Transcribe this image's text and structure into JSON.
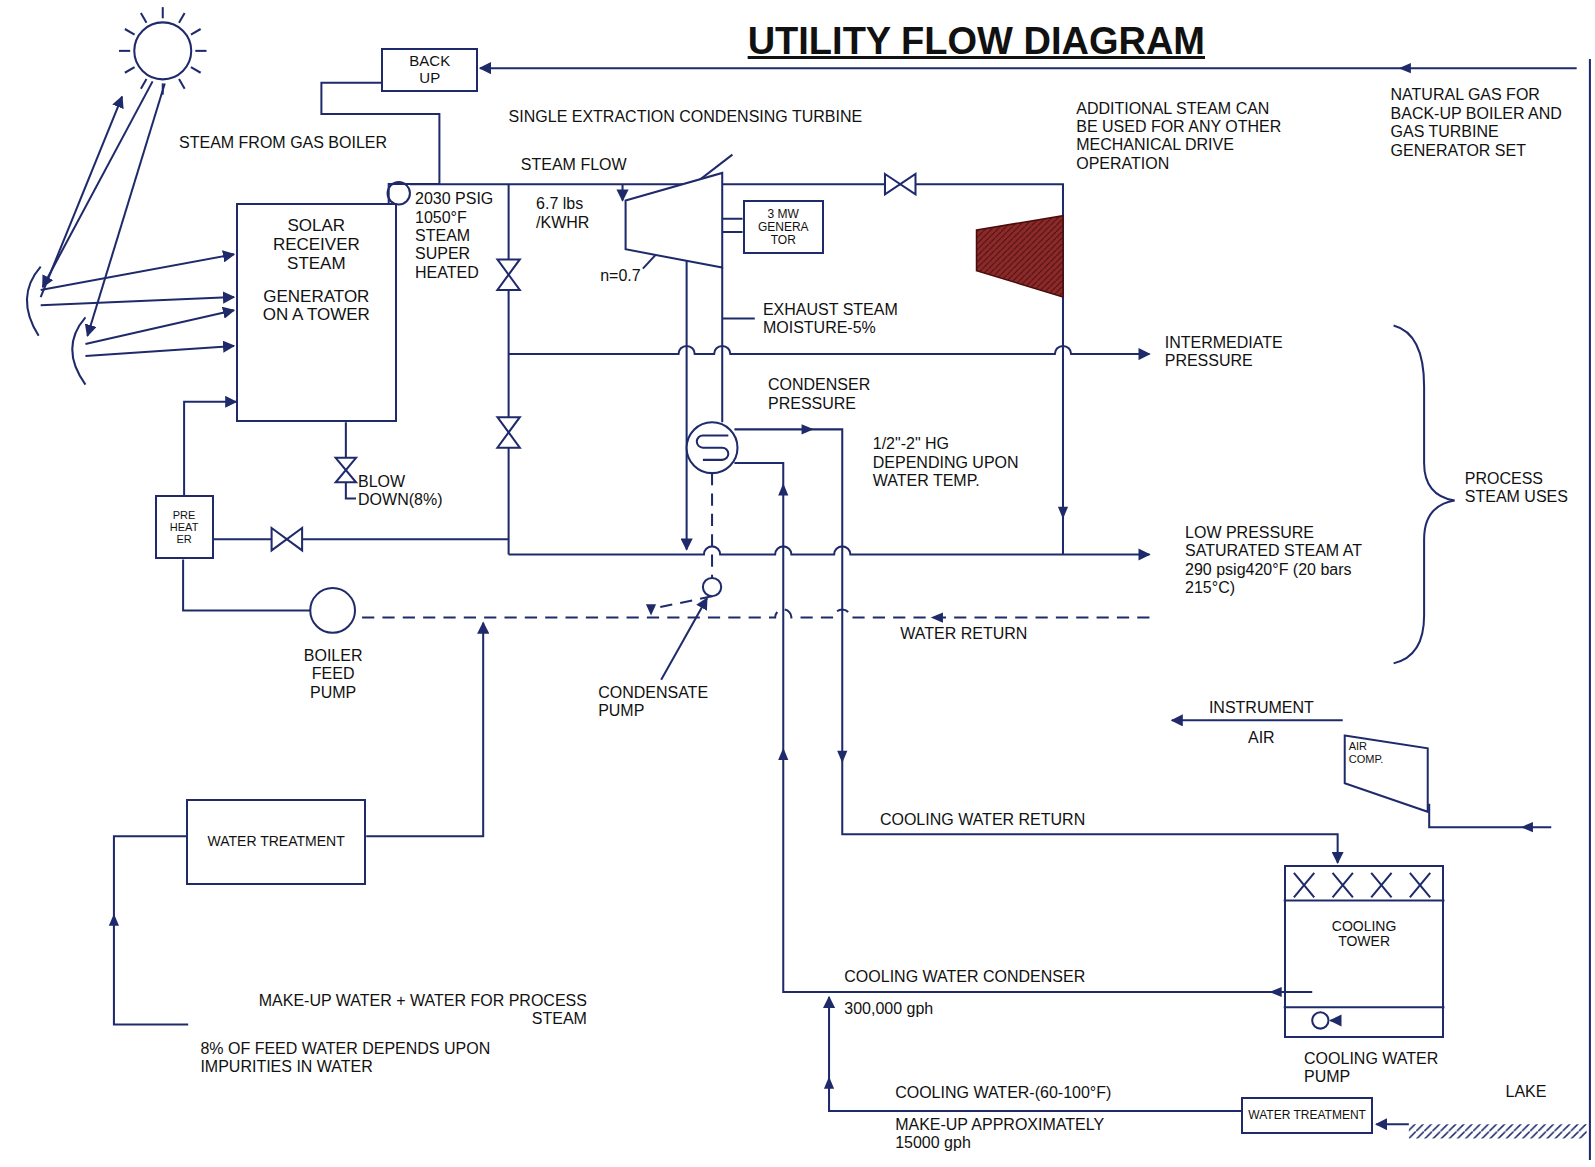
{
  "diagram": {
    "title": "UTILITY FLOW DIAGRAM",
    "nodes": [
      {
        "text": [
          "BACK UP"
        ]
      },
      {
        "text": [
          "SOLAR RECEIVER STEAM",
          "GENERATOR ON A TOWER"
        ]
      },
      {
        "text": [
          "3 MW GENERA TOR"
        ]
      },
      {
        "text": [
          "PRE HEAT ER"
        ]
      },
      {
        "text": [
          "WATER TREATMENT"
        ]
      },
      {
        "text": [
          "AIR COMP."
        ]
      },
      {
        "text": [
          "COOLING TOWER"
        ]
      },
      {
        "text": [
          "WATER TREATMENT"
        ]
      }
    ],
    "edges": [
      {
        "from": 3,
        "to": 1,
        "arrow": "to"
      },
      {
        "from": 0,
        "to": 1,
        "arrow": "none"
      }
    ],
    "labels": [
      "STEAM FROM GAS BOILER",
      "SINGLE EXTRACTION CONDENSING TURBINE",
      "STEAM FLOW",
      "6.7 lbs /KWHR",
      "2030 PSIG 1050°F STEAM SUPER HEATED",
      "n=0.7",
      "ADDITIONAL STEAM CAN BE USED FOR ANY OTHER MECHANICAL DRIVE OPERATION",
      "NATURAL GAS FOR BACK-UP BOILER AND GAS TURBINE GENERATOR SET",
      "EXHAUST STEAM MOISTURE-5%",
      "INTERMEDIATE PRESSURE",
      "CONDENSER PRESSURE",
      "1/2\"-2\" HG DEPENDING UPON WATER TEMP.",
      "BLOW DOWN(8%)",
      "PROCESS STEAM USES",
      "LOW PRESSURE SATURATED STEAM AT 290 psig420°F (20 bars 215°C)",
      "WATER RETURN",
      "BOILER FEED PUMP",
      "CONDENSATE PUMP",
      "INSTRUMENT AIR",
      "COOLING WATER RETURN",
      "MAKE-UP WATER + WATER FOR PROCESS STEAM",
      "8% OF FEED WATER DEPENDS UPON IMPURITIES IN WATER",
      "COOLING WATER CONDENSER",
      "300,000 gph",
      "COOLING WATER PUMP",
      "COOLING WATER-(60-100°F)",
      "MAKE-UP APPROXIMATELY 15000 gph",
      "LAKE"
    ]
  }
}
